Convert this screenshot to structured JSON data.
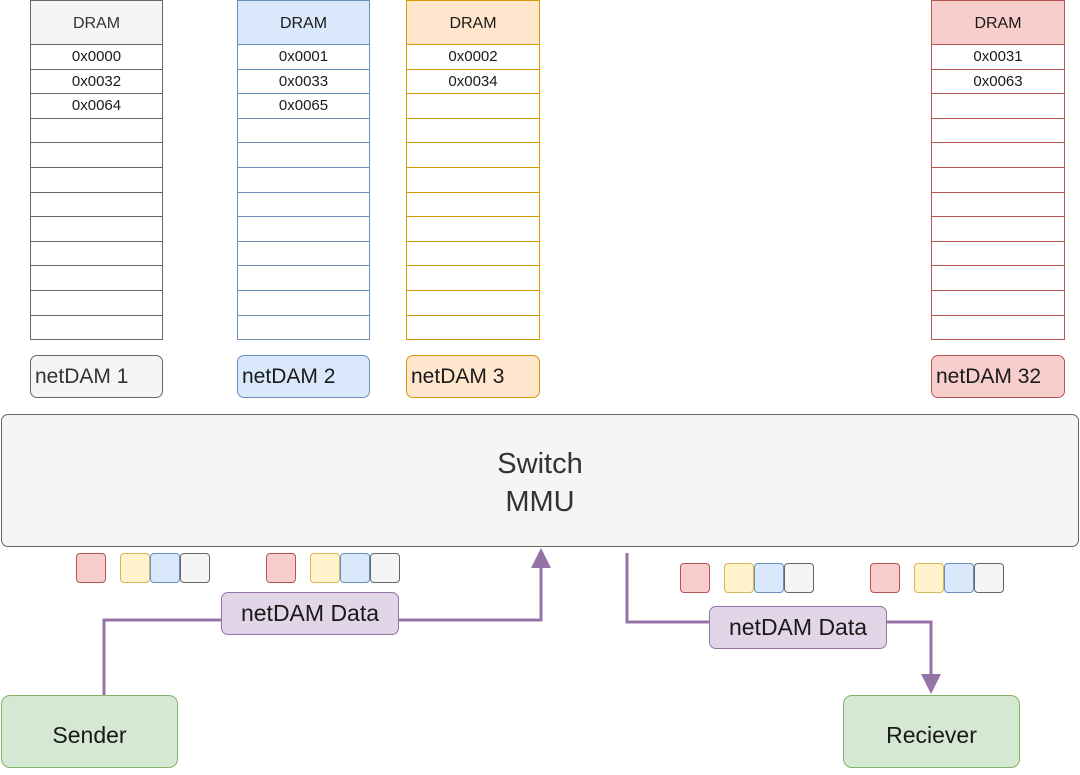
{
  "dram_header": "DRAM",
  "memory_stacks": [
    {
      "addresses": [
        "0x0000",
        "0x0032",
        "0x0064"
      ]
    },
    {
      "addresses": [
        "0x0001",
        "0x0033",
        "0x0065"
      ]
    },
    {
      "addresses": [
        "0x0002",
        "0x0034"
      ]
    },
    {
      "addresses": [
        "0x0031",
        "0x0063"
      ]
    }
  ],
  "netdam_labels": [
    "netDAM 1",
    "netDAM 2",
    "netDAM 3",
    "netDAM 32"
  ],
  "switch": {
    "line1": "Switch",
    "line2": "MMU"
  },
  "flows": {
    "sender_label": "netDAM Data",
    "receiver_label": "netDAM Data"
  },
  "nodes": {
    "sender": "Sender",
    "receiver": "Reciever"
  },
  "colors": {
    "gray": "#f5f5f5",
    "blue": "#dae8fc",
    "orange": "#ffe6cc",
    "red": "#f8cecc",
    "yellow": "#fff2cc",
    "purple": "#e1d5e7",
    "arrow": "#9673a6",
    "green": "#d5e8d4"
  }
}
